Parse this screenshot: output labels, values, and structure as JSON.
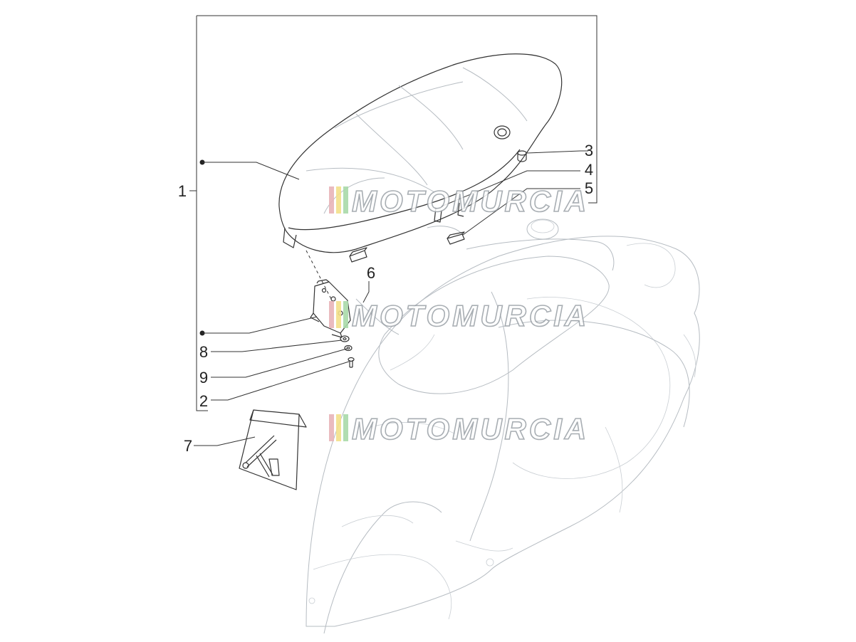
{
  "callouts": [
    "1",
    "2",
    "3",
    "4",
    "5",
    "6",
    "7",
    "8",
    "9"
  ],
  "watermark": {
    "text": "MOTOMURCIA",
    "stripe_colors": [
      "#e8b4b8",
      "#f3e08a",
      "#a9d9a8"
    ]
  },
  "colors": {
    "line": "#333333",
    "ghost": "#b6bcc2",
    "background": "#ffffff"
  }
}
